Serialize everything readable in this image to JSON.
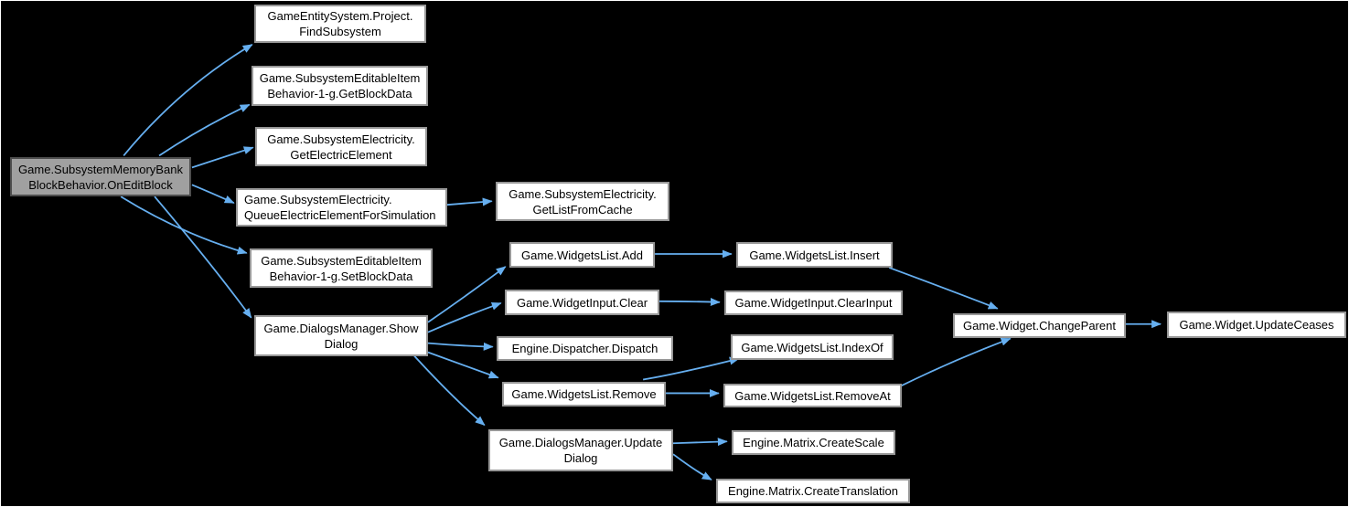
{
  "diagram": {
    "kind": "call-graph",
    "colors": {
      "background": "#000000",
      "frame": "#ffffff",
      "edge": "#66aff0",
      "node_fill": "#ffffff",
      "node_border": "#989898",
      "root_fill": "#a0a0a0",
      "root_border": "#4d4d4d",
      "text": "#000000"
    }
  },
  "nodes": [
    {
      "id": "root",
      "root": true,
      "lines": [
        "Game.SubsystemMemoryBank",
        "BlockBehavior.OnEditBlock"
      ]
    },
    {
      "id": "findsubsystem",
      "lines": [
        "GameEntitySystem.Project.",
        "FindSubsystem"
      ]
    },
    {
      "id": "getblockdata",
      "lines": [
        "Game.SubsystemEditableItem",
        "Behavior-1-g.GetBlockData"
      ]
    },
    {
      "id": "getelectricelement",
      "lines": [
        "Game.SubsystemElectricity.",
        "GetElectricElement"
      ]
    },
    {
      "id": "queueelectric",
      "lines": [
        "Game.SubsystemElectricity.",
        "QueueElectricElementForSimulation"
      ]
    },
    {
      "id": "setblockdata",
      "lines": [
        "Game.SubsystemEditableItem",
        "Behavior-1-g.SetBlockData"
      ]
    },
    {
      "id": "showdialog",
      "lines": [
        "Game.DialogsManager.Show",
        "Dialog"
      ]
    },
    {
      "id": "getlistfromcache",
      "lines": [
        "Game.SubsystemElectricity.",
        "GetListFromCache"
      ]
    },
    {
      "id": "add",
      "lines": [
        "Game.WidgetsList.Add"
      ]
    },
    {
      "id": "clear",
      "lines": [
        "Game.WidgetInput.Clear"
      ]
    },
    {
      "id": "dispatch",
      "lines": [
        "Engine.Dispatcher.Dispatch"
      ]
    },
    {
      "id": "remove",
      "lines": [
        "Game.WidgetsList.Remove"
      ]
    },
    {
      "id": "insert",
      "lines": [
        "Game.WidgetsList.Insert"
      ]
    },
    {
      "id": "clearinput",
      "lines": [
        "Game.WidgetInput.ClearInput"
      ]
    },
    {
      "id": "indexof",
      "lines": [
        "Game.WidgetsList.IndexOf"
      ]
    },
    {
      "id": "removeat",
      "lines": [
        "Game.WidgetsList.RemoveAt"
      ]
    },
    {
      "id": "changeparent",
      "lines": [
        "Game.Widget.ChangeParent"
      ]
    },
    {
      "id": "updateceases",
      "lines": [
        "Game.Widget.UpdateCeases"
      ]
    },
    {
      "id": "updatedialog",
      "lines": [
        "Game.DialogsManager.Update",
        "Dialog"
      ]
    },
    {
      "id": "createscale",
      "lines": [
        "Engine.Matrix.CreateScale"
      ]
    },
    {
      "id": "createtranslation",
      "lines": [
        "Engine.Matrix.CreateTranslation"
      ]
    }
  ],
  "edges": [
    {
      "from": "root",
      "to": "findsubsystem"
    },
    {
      "from": "root",
      "to": "getblockdata"
    },
    {
      "from": "root",
      "to": "getelectricelement"
    },
    {
      "from": "root",
      "to": "queueelectric"
    },
    {
      "from": "root",
      "to": "setblockdata"
    },
    {
      "from": "root",
      "to": "showdialog"
    },
    {
      "from": "queueelectric",
      "to": "getlistfromcache"
    },
    {
      "from": "showdialog",
      "to": "add"
    },
    {
      "from": "showdialog",
      "to": "clear"
    },
    {
      "from": "showdialog",
      "to": "dispatch"
    },
    {
      "from": "showdialog",
      "to": "remove"
    },
    {
      "from": "showdialog",
      "to": "updatedialog"
    },
    {
      "from": "add",
      "to": "insert"
    },
    {
      "from": "clear",
      "to": "clearinput"
    },
    {
      "from": "insert",
      "to": "changeparent"
    },
    {
      "from": "remove",
      "to": "indexof"
    },
    {
      "from": "remove",
      "to": "removeat"
    },
    {
      "from": "removeat",
      "to": "changeparent"
    },
    {
      "from": "changeparent",
      "to": "updateceases"
    },
    {
      "from": "updatedialog",
      "to": "createscale"
    },
    {
      "from": "updatedialog",
      "to": "createtranslation"
    }
  ]
}
